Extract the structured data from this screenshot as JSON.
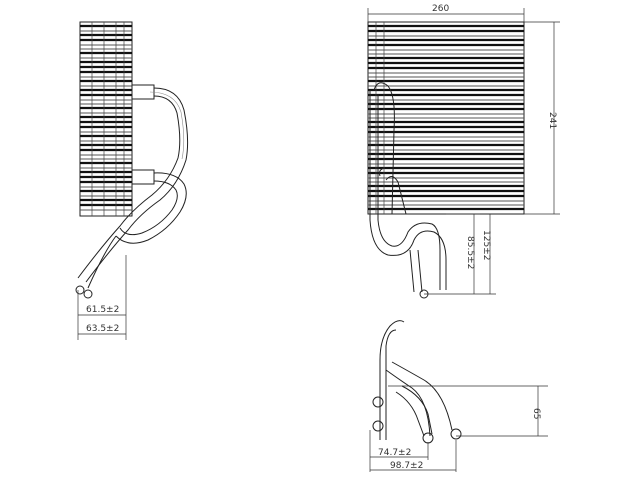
{
  "colors": {
    "line": "#222222",
    "background": "#ffffff"
  },
  "dimensions": {
    "top_width": "260",
    "right_height": "241",
    "pipe_height_1": "85.5±2",
    "pipe_height_2": "125±2",
    "left_offset_1": "61.5±2",
    "left_offset_2": "63.5±2",
    "bottom_height": "65",
    "bottom_offset_1": "74.7±2",
    "bottom_offset_2": "98.7±2"
  }
}
